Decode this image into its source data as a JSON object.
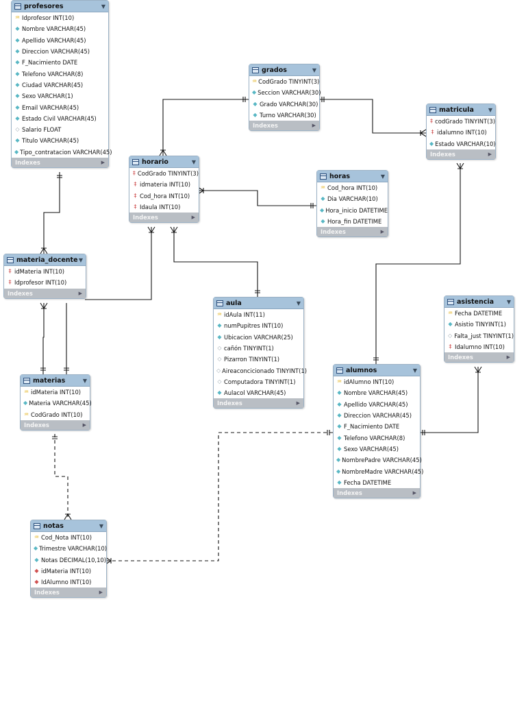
{
  "tables": [
    {
      "id": "profesores",
      "name": "profesores",
      "indexes_label": "Indexes",
      "columns": [
        {
          "icon": "primary-key-icon",
          "text": "Idprofesor INT(10)"
        },
        {
          "icon": "column-icon",
          "text": "Nombre VARCHAR(45)"
        },
        {
          "icon": "column-icon",
          "text": "Apellido VARCHAR(45)"
        },
        {
          "icon": "column-icon",
          "text": "Direccion VARCHAR(45)"
        },
        {
          "icon": "column-icon",
          "text": "F_Nacimiento DATE"
        },
        {
          "icon": "column-icon",
          "text": "Telefono VARCHAR(8)"
        },
        {
          "icon": "column-icon",
          "text": "Ciudad VARCHAR(45)"
        },
        {
          "icon": "column-icon",
          "text": "Sexo VARCHAR(1)"
        },
        {
          "icon": "column-icon",
          "text": "Email VARCHAR(45)"
        },
        {
          "icon": "column-icon",
          "text": "Estado Civil VARCHAR(45)"
        },
        {
          "icon": "nullable-column-icon",
          "text": "Salario FLOAT"
        },
        {
          "icon": "column-icon",
          "text": "Titulo VARCHAR(45)"
        },
        {
          "icon": "column-icon",
          "text": "Tipo_contratacion VARCHAR(45)"
        }
      ]
    },
    {
      "id": "grados",
      "name": "grados",
      "indexes_label": "Indexes",
      "columns": [
        {
          "icon": "primary-key-icon",
          "text": "CodGrado TINYINT(3)"
        },
        {
          "icon": "column-icon",
          "text": "Seccion VARCHAR(30)"
        },
        {
          "icon": "column-icon",
          "text": "Grado VARCHAR(30)"
        },
        {
          "icon": "column-icon",
          "text": "Turno VARCHAR(30)"
        }
      ]
    },
    {
      "id": "matricula",
      "name": "matricula",
      "indexes_label": "Indexes",
      "columns": [
        {
          "icon": "foreign-key-icon",
          "text": "codGrado TINYINT(3)"
        },
        {
          "icon": "foreign-key-icon",
          "text": "idalumno INT(10)"
        },
        {
          "icon": "column-icon",
          "text": "Estado VARCHAR(10)"
        }
      ]
    },
    {
      "id": "horario",
      "name": "horario",
      "indexes_label": "Indexes",
      "columns": [
        {
          "icon": "foreign-key-icon",
          "text": "CodGrado TINYINT(3)"
        },
        {
          "icon": "foreign-key-icon",
          "text": "idmateria INT(10)"
        },
        {
          "icon": "foreign-key-icon",
          "text": "Cod_hora INT(10)"
        },
        {
          "icon": "foreign-key-icon",
          "text": "Idaula INT(10)"
        }
      ]
    },
    {
      "id": "horas",
      "name": "horas",
      "indexes_label": "Indexes",
      "columns": [
        {
          "icon": "primary-key-icon",
          "text": "Cod_hora INT(10)"
        },
        {
          "icon": "column-icon",
          "text": "Dia VARCHAR(10)"
        },
        {
          "icon": "column-icon",
          "text": "Hora_inicio DATETIME"
        },
        {
          "icon": "column-icon",
          "text": "Hora_fin DATETIME"
        }
      ]
    },
    {
      "id": "materia_docente",
      "name": "materia_docente",
      "indexes_label": "Indexes",
      "columns": [
        {
          "icon": "foreign-key-icon",
          "text": "idMateria INT(10)"
        },
        {
          "icon": "foreign-key-icon",
          "text": "Idprofesor INT(10)"
        }
      ]
    },
    {
      "id": "aula",
      "name": "aula",
      "indexes_label": "Indexes",
      "columns": [
        {
          "icon": "primary-key-icon",
          "text": "idAula INT(11)"
        },
        {
          "icon": "column-icon",
          "text": "numPupitres INT(10)"
        },
        {
          "icon": "column-icon",
          "text": "Ubicacion VARCHAR(25)"
        },
        {
          "icon": "nullable-column-icon",
          "text": "cañón TINYINT(1)"
        },
        {
          "icon": "nullable-column-icon",
          "text": "Pizarron TINYINT(1)"
        },
        {
          "icon": "nullable-column-icon",
          "text": "Aireaconcicionado TINYINT(1)"
        },
        {
          "icon": "nullable-column-icon",
          "text": "Computadora TINYINT(1)"
        },
        {
          "icon": "column-icon",
          "text": "Aulacol VARCHAR(45)"
        }
      ]
    },
    {
      "id": "asistencia",
      "name": "asistencia",
      "indexes_label": "Indexes",
      "columns": [
        {
          "icon": "primary-key-icon",
          "text": "Fecha DATETIME"
        },
        {
          "icon": "column-icon",
          "text": "Asistio TINYINT(1)"
        },
        {
          "icon": "nullable-column-icon",
          "text": "Falta_just TINYINT(1)"
        },
        {
          "icon": "foreign-key-icon",
          "text": "Idalumno INT(10)"
        }
      ]
    },
    {
      "id": "materias",
      "name": "materias",
      "indexes_label": "Indexes",
      "columns": [
        {
          "icon": "primary-key-icon",
          "text": "idMateria INT(10)"
        },
        {
          "icon": "column-icon",
          "text": "Materia VARCHAR(45)"
        },
        {
          "icon": "primary-key-icon",
          "text": "CodGrado INT(10)"
        }
      ]
    },
    {
      "id": "alumnos",
      "name": "alumnos",
      "indexes_label": "Indexes",
      "columns": [
        {
          "icon": "primary-key-icon",
          "text": "idAlumno INT(10)"
        },
        {
          "icon": "column-icon",
          "text": "Nombre VARCHAR(45)"
        },
        {
          "icon": "column-icon",
          "text": "Apellido VARCHAR(45)"
        },
        {
          "icon": "column-icon",
          "text": "Direccion VARCHAR(45)"
        },
        {
          "icon": "column-icon",
          "text": "F_Nacimiento DATE"
        },
        {
          "icon": "column-icon",
          "text": "Telefono VARCHAR(8)"
        },
        {
          "icon": "column-icon",
          "text": "Sexo VARCHAR(45)"
        },
        {
          "icon": "column-icon",
          "text": "NombrePadre VARCHAR(45)"
        },
        {
          "icon": "column-icon",
          "text": "NombreMadre VARCHAR(45)"
        },
        {
          "icon": "column-icon",
          "text": "Fecha DATETIME"
        }
      ]
    },
    {
      "id": "notas",
      "name": "notas",
      "indexes_label": "Indexes",
      "columns": [
        {
          "icon": "primary-key-icon",
          "text": "Cod_Nota INT(10)"
        },
        {
          "icon": "column-icon",
          "text": "Trimestre VARCHAR(10)"
        },
        {
          "icon": "column-icon",
          "text": "Notas DECIMAL(10,10)"
        },
        {
          "icon": "foreign-key-diamond-icon",
          "text": "idMateria INT(10)"
        },
        {
          "icon": "foreign-key-diamond-icon",
          "text": "IdAlumno INT(10)"
        }
      ]
    }
  ],
  "relationships": [
    {
      "from": "profesores",
      "to": "materia_docente",
      "style": "solid"
    },
    {
      "from": "grados",
      "to": "horario",
      "style": "solid"
    },
    {
      "from": "grados",
      "to": "matricula",
      "style": "solid"
    },
    {
      "from": "horas",
      "to": "horario",
      "style": "solid"
    },
    {
      "from": "horario",
      "to": "aula",
      "style": "solid"
    },
    {
      "from": "materia_docente",
      "to": "horario",
      "style": "solid"
    },
    {
      "from": "materia_docente",
      "to": "materias",
      "style": "solid"
    },
    {
      "from": "matricula",
      "to": "alumnos",
      "style": "solid"
    },
    {
      "from": "asistencia",
      "to": "alumnos",
      "style": "solid"
    },
    {
      "from": "materias",
      "to": "notas",
      "style": "dashed"
    },
    {
      "from": "alumnos",
      "to": "notas",
      "style": "dashed"
    }
  ],
  "colors": {
    "header": "#a7c3db",
    "indexes_bar": "#b9bec4",
    "line": "#111111",
    "primary_key": "#e3b21c",
    "foreign_key": "#c93b3b",
    "column": "#58b7c4"
  }
}
